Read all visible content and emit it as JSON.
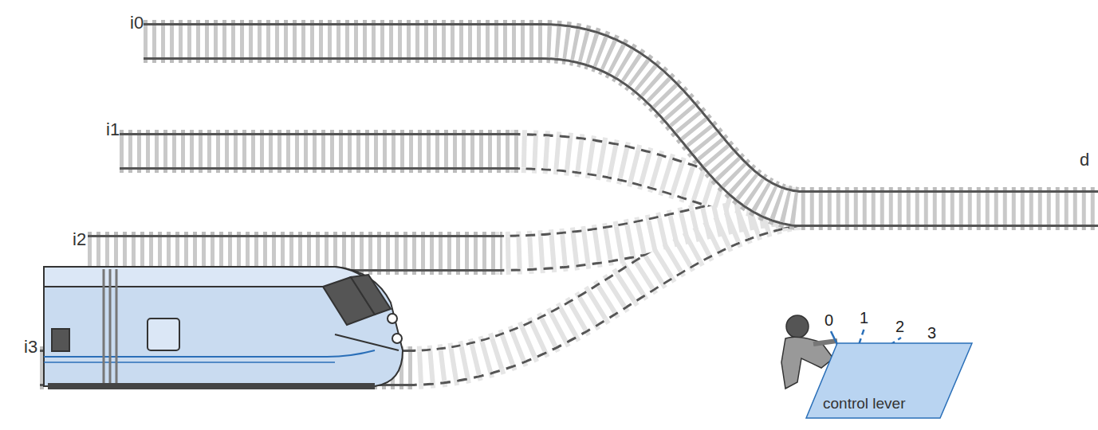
{
  "diagram": {
    "nodes": [
      {
        "text": [
          "control lever"
        ]
      }
    ],
    "labels": [
      "i0",
      "i1",
      "i2",
      "i3",
      "d",
      "0",
      "1",
      "2",
      "3"
    ]
  }
}
